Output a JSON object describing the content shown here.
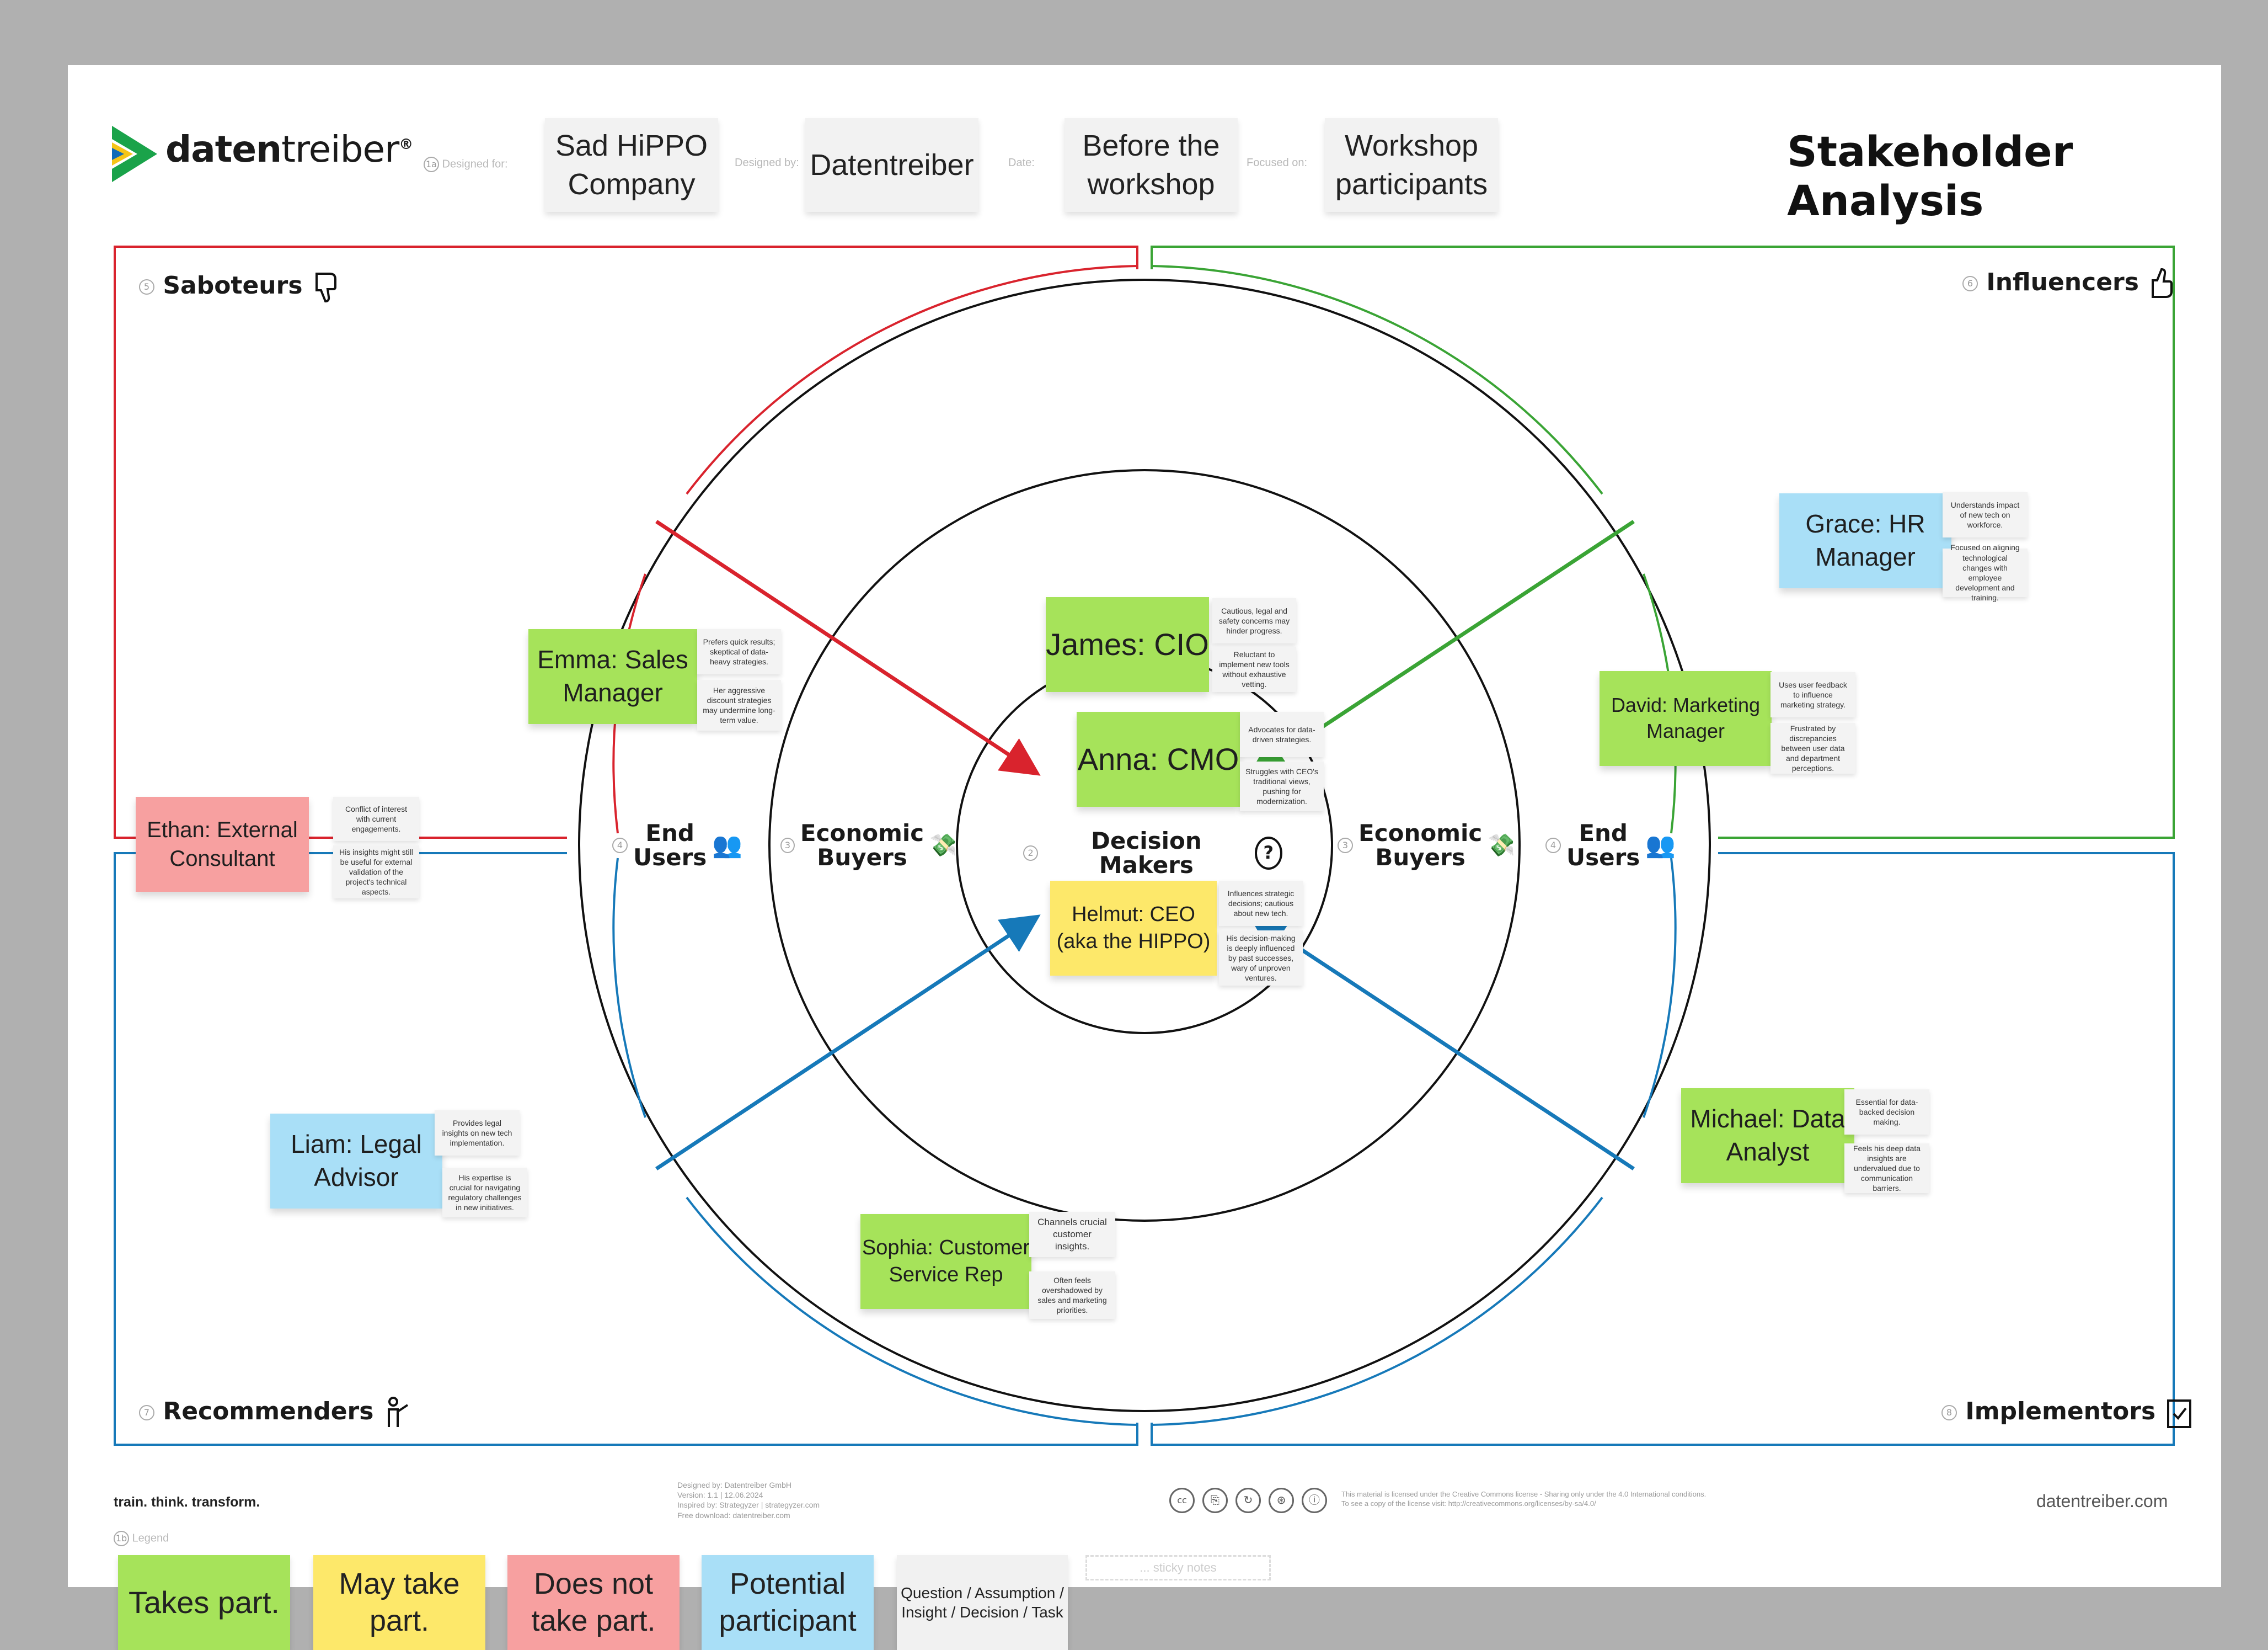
{
  "brand": {
    "name_bold": "daten",
    "name_light": "treiber",
    "reg": "®",
    "tagline": "train. think. transform.",
    "url": "datentreiber.com"
  },
  "meta": {
    "designed_for_label": "Designed for:",
    "designed_for_value": "Sad HiPPO Company",
    "designed_by_label": "Designed by:",
    "designed_by_value": "Datentreiber",
    "date_label": "Date:",
    "date_value": "Before the workshop",
    "focused_on_label": "Focused on:",
    "focused_on_value": "Workshop participants"
  },
  "title": "Stakeholder Analysis",
  "zones": {
    "saboteurs": {
      "num": "5",
      "label": "Saboteurs"
    },
    "influencers": {
      "num": "6",
      "label": "Influencers"
    },
    "recommenders": {
      "num": "7",
      "label": "Recommenders"
    },
    "implementors": {
      "num": "8",
      "label": "Implementors"
    }
  },
  "rings": {
    "end_users_left": {
      "num": "4",
      "label_1": "End",
      "label_2": "Users"
    },
    "economic_buyers_left": {
      "num": "3",
      "label_1": "Economic",
      "label_2": "Buyers"
    },
    "decision_makers": {
      "num": "2",
      "label": "Decision Makers"
    },
    "economic_buyers_right": {
      "num": "3",
      "label_1": "Economic",
      "label_2": "Buyers"
    },
    "end_users_right": {
      "num": "4",
      "label_1": "End",
      "label_2": "Users"
    }
  },
  "stakeholders": {
    "james": {
      "name": "James: CIO",
      "note1": "Cautious, legal and safety concerns may hinder progress.",
      "note2": "Reluctant to implement new tools without exhaustive vetting."
    },
    "anna": {
      "name": "Anna: CMO",
      "note1": "Advocates for data-driven strategies.",
      "note2": "Struggles with CEO's traditional views, pushing for modernization."
    },
    "helmut": {
      "name": "Helmut: CEO (aka the HIPPO)",
      "note1": "Influences strategic decisions; cautious about new tech.",
      "note2": "His decision-making is deeply influenced by past successes, wary of unproven ventures."
    },
    "emma": {
      "name": "Emma: Sales Manager",
      "note1": "Prefers quick results; skeptical of data-heavy strategies.",
      "note2": "Her aggressive discount strategies may undermine long-term value."
    },
    "ethan": {
      "name": "Ethan: External Consultant",
      "note1": "Conflict of interest with current engagements.",
      "note2": "His insights might still be useful for external validation of the project's technical aspects."
    },
    "grace": {
      "name": "Grace: HR Manager",
      "note1": "Understands impact of new tech on workforce.",
      "note2": "Focused on aligning technological changes with employee development and training."
    },
    "david": {
      "name": "David: Marketing Manager",
      "note1": "Uses user feedback to influence marketing strategy.",
      "note2": "Frustrated by discrepancies between user data and department perceptions."
    },
    "liam": {
      "name": "Liam: Legal Advisor",
      "note1": "Provides legal insights on new tech implementation.",
      "note2": "His expertise is crucial for navigating regulatory challenges in new initiatives."
    },
    "michael": {
      "name": "Michael: Data Analyst",
      "note1": "Essential for data-backed decision making.",
      "note2": "Feels his deep data insights are undervalued due to communication barriers."
    },
    "sophia": {
      "name": "Sophia: Customer Service Rep",
      "note1": "Channels crucial customer insights.",
      "note2": "Often feels overshadowed by sales and marketing priorities."
    }
  },
  "footer": {
    "credits_1": "Designed by: Datentreiber GmbH",
    "credits_2": "Version: 1.1 | 12.06.2024",
    "credits_3": "Inspired by: Strategyzer | strategyzer.com",
    "credits_4": "Free download: datentreiber.com",
    "license_1": "This material is licensed under the Creative Commons license - Sharing only under the 4.0 International conditions.",
    "license_2": "To see a copy of the license visit: http://creativecommons.org/licenses/by-sa/4.0/"
  },
  "legend": {
    "num": "1b",
    "label": "Legend",
    "takes_part": "Takes part.",
    "may_take_part": "May take part.",
    "does_not": "Does not take part.",
    "potential": "Potential participant",
    "question": "Question / Assumption / Insight / Decision / Task",
    "sticky_notes": "... sticky notes"
  },
  "colors": {
    "saboteurs": "#d9232d",
    "influencers": "#3aa435",
    "recommenders": "#1679b9",
    "implementors": "#1679b9",
    "takes_part": "#a6e35a",
    "may_take_part": "#fde86a",
    "does_not": "#f7a0a0",
    "potential": "#a9dff7"
  }
}
